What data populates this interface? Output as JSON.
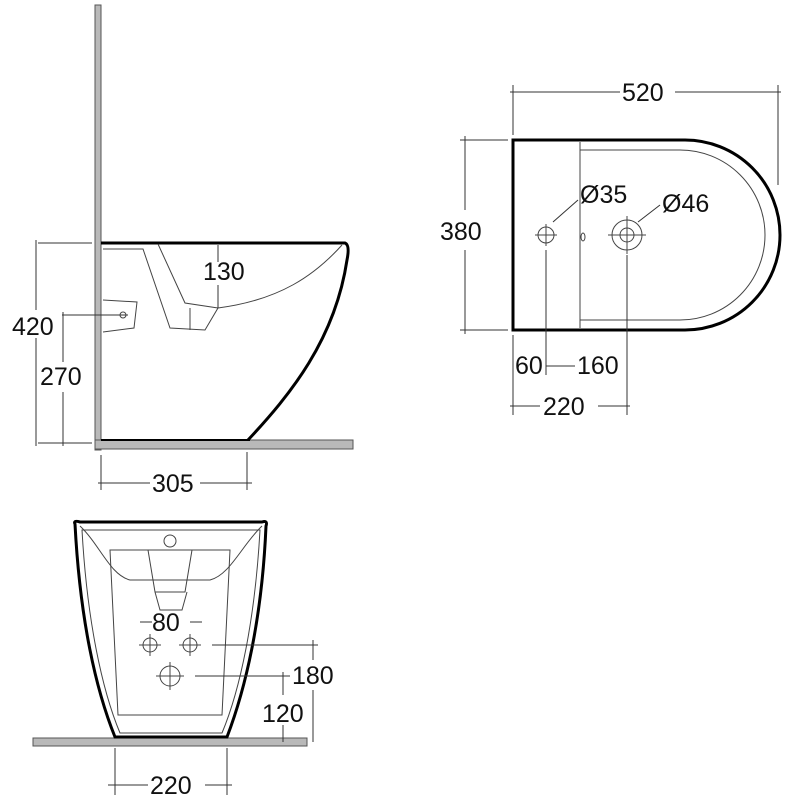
{
  "side_view": {
    "height_total": "420",
    "inlet_height": "270",
    "bowl_depth": "130",
    "floor_depth": "305"
  },
  "top_view": {
    "length": "520",
    "width": "380",
    "tap_hole": "Ø35",
    "waste_hole": "Ø46",
    "edge_to_tap": "60",
    "tap_to_waste": "160",
    "edge_to_waste": "220"
  },
  "front_view": {
    "inlet_spacing": "80",
    "inlet_height": "180",
    "waste_height": "120",
    "base_width": "220"
  },
  "colors": {
    "wall": "#b9b9b9",
    "line": "#000000"
  }
}
